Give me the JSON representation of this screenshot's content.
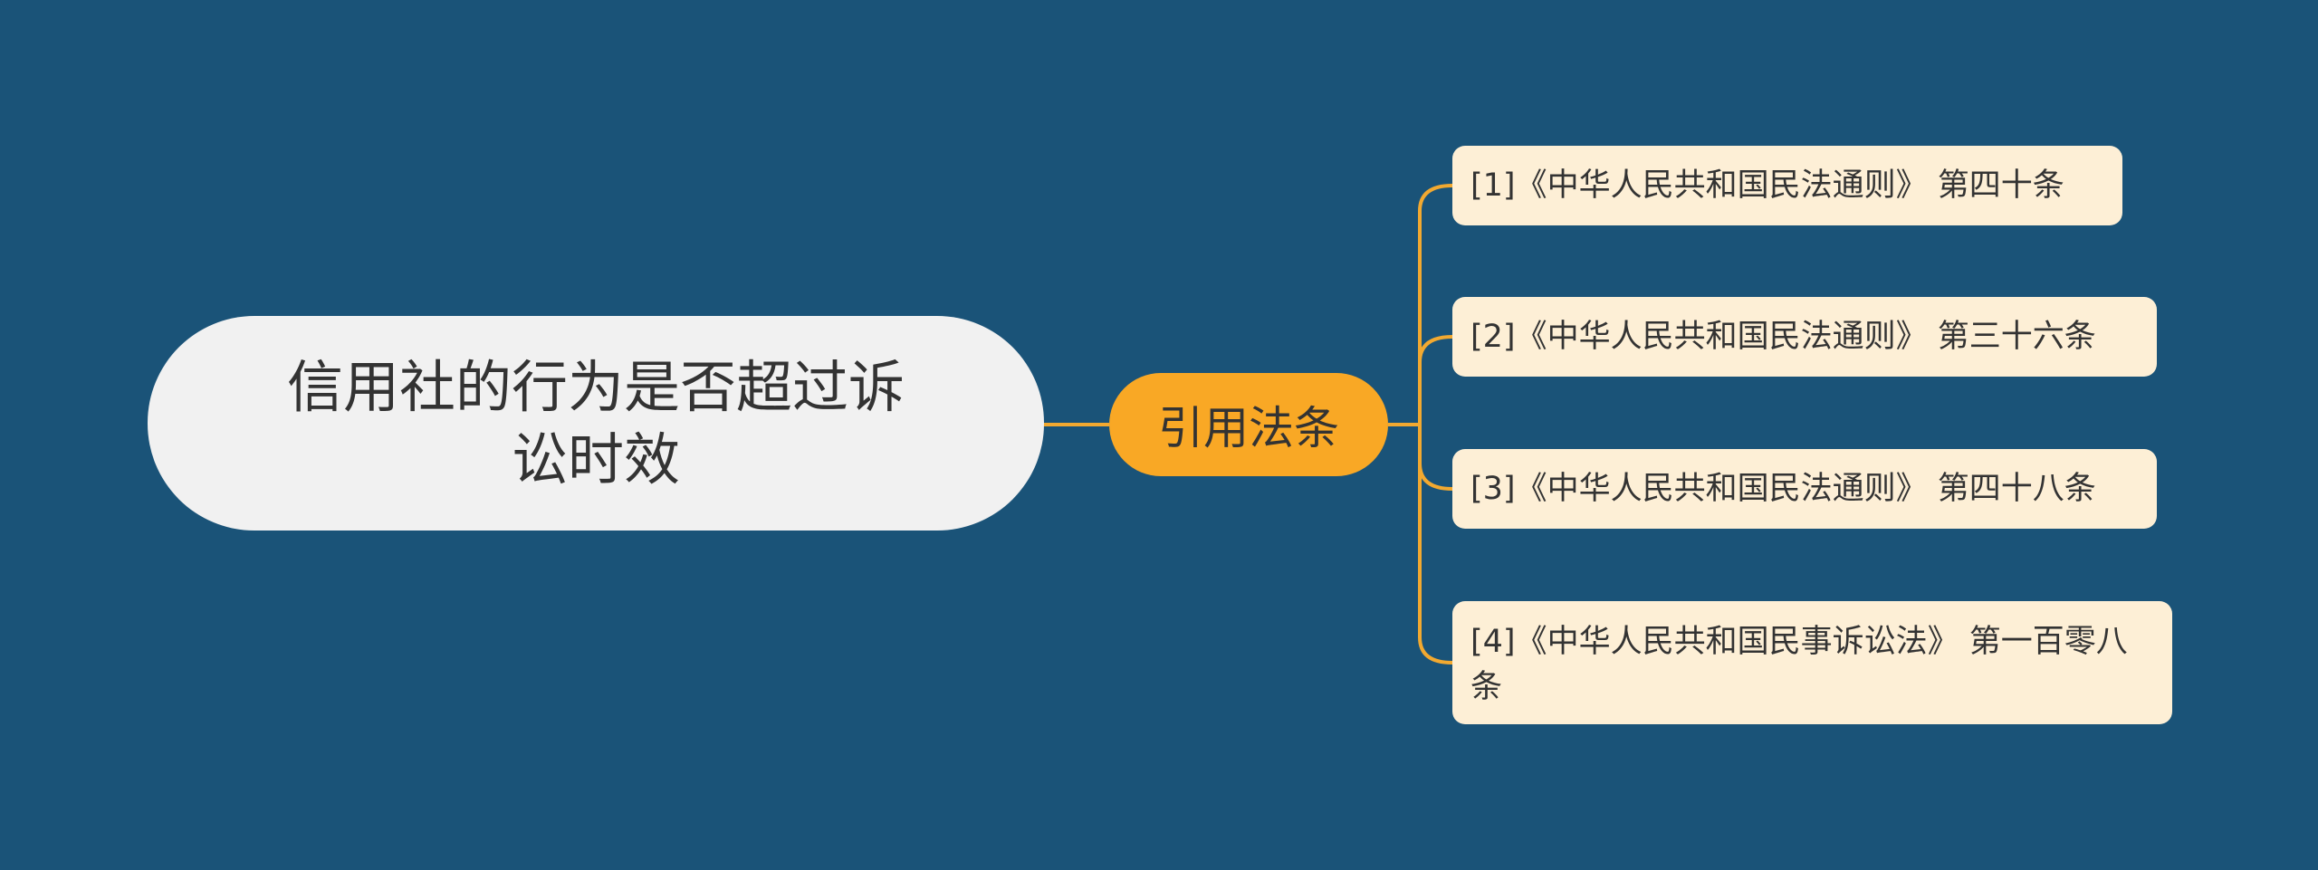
{
  "colors": {
    "background": "#1a5378",
    "root_fill": "#f1f1f1",
    "branch_fill": "#f9a825",
    "leaf_fill": "#fdefd6",
    "connector": "#f2a930",
    "text": "#333333"
  },
  "root": {
    "text": "信用社的行为是否超过诉讼时效"
  },
  "branch": {
    "text": "引用法条"
  },
  "leaves": [
    {
      "text": "[1]《中华人民共和国民法通则》 第四十条"
    },
    {
      "text": "[2]《中华人民共和国民法通则》 第三十六条"
    },
    {
      "text": "[3]《中华人民共和国民法通则》 第四十八条"
    },
    {
      "text": "[4]《中华人民共和国民事诉讼法》 第一百零八条"
    }
  ]
}
